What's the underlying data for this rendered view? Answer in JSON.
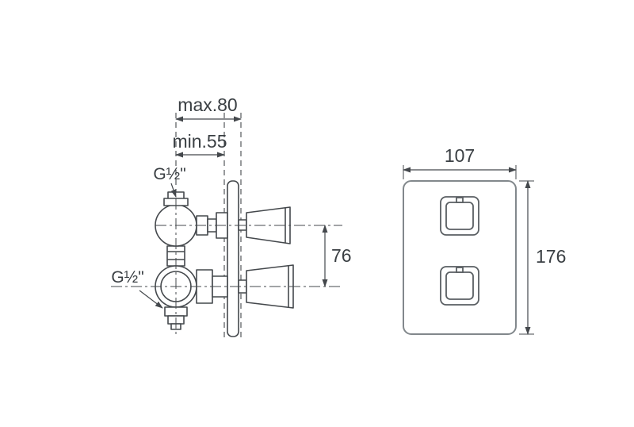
{
  "page": {
    "background": "#ffffff"
  },
  "drawing": {
    "type": "technical-dimension-drawing",
    "subject": "concealed-thermostatic-mixer-valve",
    "side_view": {
      "dim_max_depth": "max.80",
      "dim_min_depth": "min.55",
      "label_top_connection": "G½\"",
      "label_bottom_connection": "G½\"",
      "dim_handle_spacing": "76"
    },
    "front_view": {
      "dim_width": "107",
      "dim_height": "176"
    },
    "colors": {
      "line": "#44484c",
      "secondary_line": "#82888c",
      "text": "#3a3f43",
      "background": "#ffffff"
    }
  }
}
